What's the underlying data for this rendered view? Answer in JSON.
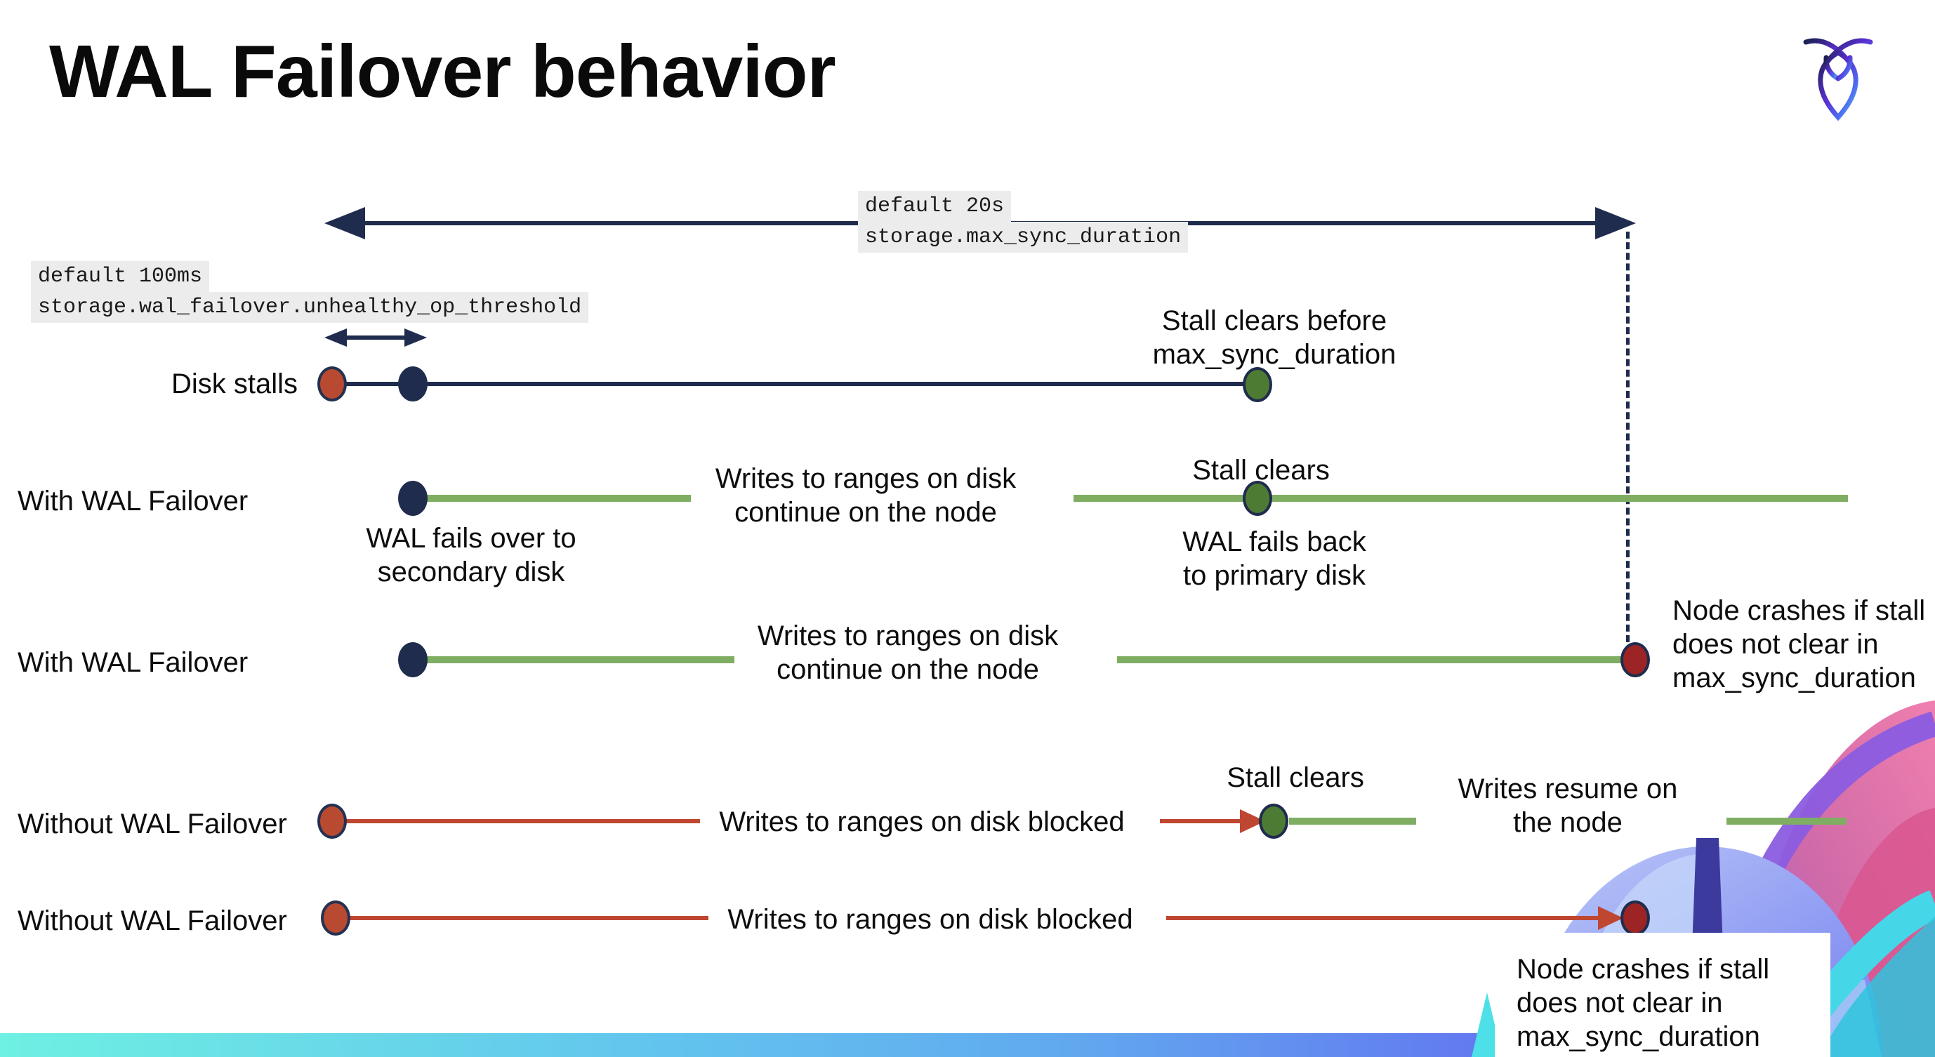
{
  "page": {
    "title": "WAL Failover behavior"
  },
  "branding": {
    "logo": "cockroachdb-logo-mark"
  },
  "colors": {
    "navy": "#1f2c4d",
    "brick_red": "#bf4731",
    "dark_red": "#9c2424",
    "green_line": "#7fae63",
    "green_dot": "#4e7b33",
    "code_chip_bg": "#ececec",
    "bottom_bar_gradient": [
      "#6ef0e2",
      "#61a9ef",
      "#7d55f2"
    ]
  },
  "timeline": {
    "arrow_big": {
      "label_default": "default 20s",
      "label_setting": "storage.max_sync_duration"
    },
    "arrow_small": {
      "label_default": "default 100ms",
      "label_setting": "storage.wal_failover.unhealthy_op_threshold"
    },
    "rows": [
      {
        "label": "Disk stalls",
        "events": {
          "stall_clears": "Stall clears before\nmax_sync_duration"
        }
      },
      {
        "label": "With WAL Failover",
        "events": {
          "failover": "WAL fails over to\nsecondary disk",
          "writes_continue": "Writes to ranges on disk\ncontinue on the node",
          "stall_clears": "Stall clears",
          "failback": "WAL fails  back\nto primary disk"
        }
      },
      {
        "label": "With WAL Failover",
        "events": {
          "writes_continue": "Writes to ranges on disk\ncontinue on the node",
          "crash": "Node crashes if stall\ndoes not clear in\nmax_sync_duration"
        }
      },
      {
        "label": "Without WAL Failover",
        "events": {
          "writes_blocked": "Writes to ranges on disk  blocked",
          "stall_clears": "Stall clears",
          "writes_resume": "Writes resume on\nthe node"
        }
      },
      {
        "label": "Without WAL Failover",
        "events": {
          "writes_blocked": "Writes to ranges on disk  blocked",
          "crash": "Node crashes if stall\ndoes not clear in\nmax_sync_duration"
        }
      }
    ]
  }
}
